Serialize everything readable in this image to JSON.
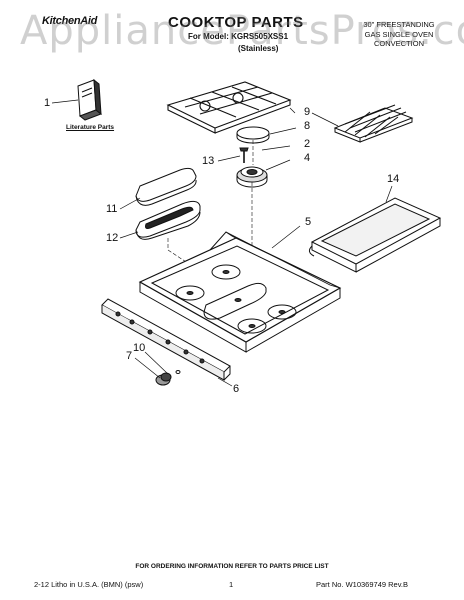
{
  "watermark": "AppliancePartsPros.com",
  "header": {
    "brand": "KitchenAid",
    "title": "COOKTOP PARTS",
    "model": "For Model: KGRS505XSS1",
    "finish": "(Stainless)",
    "topright_lines": [
      "30\" FREESTANDING",
      "GAS SINGLE OVEN",
      "CONVECTION"
    ]
  },
  "labels": {
    "literature_parts": "Literature Parts"
  },
  "callouts": [
    "1",
    "9",
    "8",
    "2",
    "13",
    "4",
    "14",
    "11",
    "5",
    "12",
    "10",
    "7",
    "6"
  ],
  "footer": {
    "ordering_info": "FOR ORDERING INFORMATION REFER TO PARTS PRICE LIST",
    "litho": "2-12 Litho in U.S.A. (BMN) (psw)",
    "page": "1",
    "part_no": "Part No. W10369749 Rev.B"
  }
}
